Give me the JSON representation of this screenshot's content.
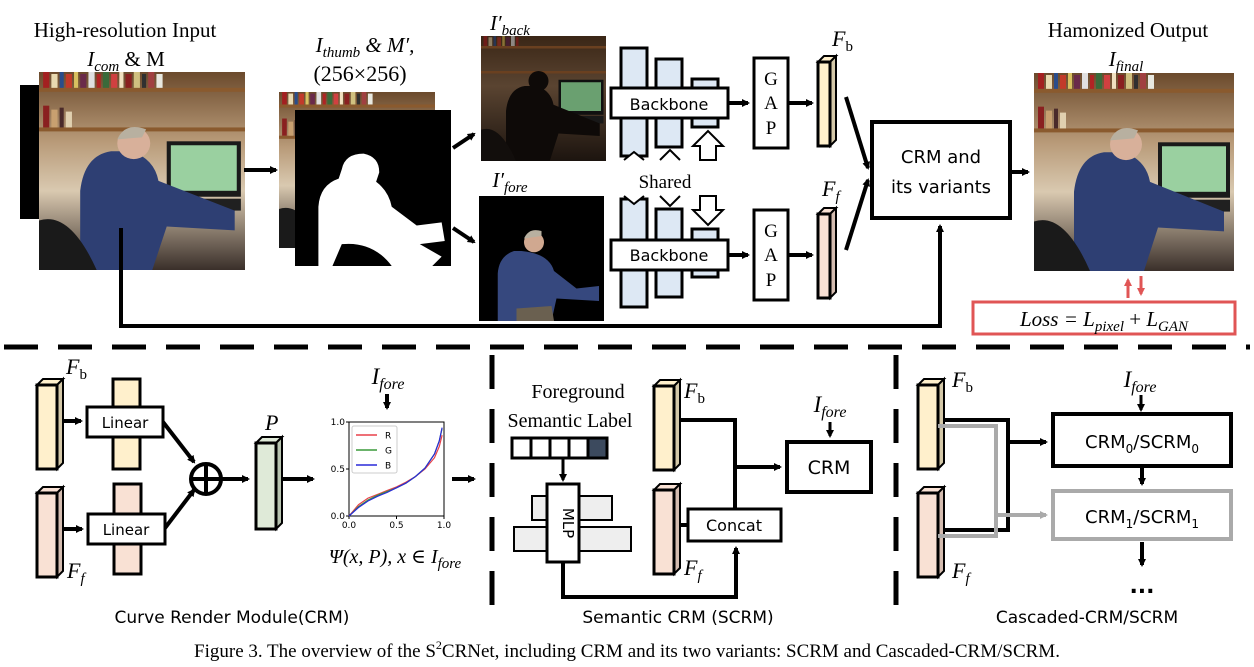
{
  "top": {
    "input_title": "High-resolution Input",
    "input_label": {
      "base": "I",
      "sub": "com",
      "suffix": " & M"
    },
    "thumb_label": {
      "base": "I",
      "sub": "thumb",
      "suffix": " & M′,",
      "size": "(256×256)"
    },
    "back_label": {
      "base": "I′",
      "sub": "back"
    },
    "fore_label": {
      "base": "I′",
      "sub": "fore"
    },
    "backbone_label": "Backbone",
    "shared_label": "Shared",
    "gap_letters": [
      "G",
      "A",
      "P"
    ],
    "fb_label": {
      "base": "F",
      "sub": "b"
    },
    "ff_label": {
      "base": "F",
      "sub": "f"
    },
    "crm_box_lines": [
      "CRM and",
      "its variants"
    ],
    "output_title": "Hamonized Output",
    "output_label": {
      "base": "I",
      "sub": "final"
    },
    "loss": {
      "text": "Loss = ",
      "t1": "L",
      "s1": "pixel",
      "plus": " + ",
      "t2": "L",
      "s2": "GAN"
    }
  },
  "crm_panel": {
    "fb_label": {
      "base": "F",
      "sub": "b"
    },
    "ff_label": {
      "base": "F",
      "sub": "f"
    },
    "linear_label": "Linear",
    "p_label": "P",
    "ifore_label": {
      "base": "I",
      "sub": "fore"
    },
    "formula": "Ψ(x, P), x ∈ I",
    "formula_sub": "fore",
    "caption": "Curve Render Module(CRM)"
  },
  "scrm_panel": {
    "label_lines": [
      "Foreground",
      "Semantic Label"
    ],
    "mlp_label": "MLP",
    "concat_label": "Concat",
    "crm_label": "CRM",
    "fb_label": {
      "base": "F",
      "sub": "b"
    },
    "ff_label": {
      "base": "F",
      "sub": "f"
    },
    "ifore_label": {
      "base": "I",
      "sub": "fore"
    },
    "caption": "Semantic CRM (SCRM)"
  },
  "cascade_panel": {
    "fb_label": {
      "base": "F",
      "sub": "b"
    },
    "ff_label": {
      "base": "F",
      "sub": "f"
    },
    "ifore_label": {
      "base": "I",
      "sub": "fore"
    },
    "crm0": {
      "a": "CRM",
      "a_sub": "0",
      "b": "/SCRM",
      "b_sub": "0"
    },
    "crm1": {
      "a": "CRM",
      "a_sub": "1",
      "b": "/SCRM",
      "b_sub": "1"
    },
    "ellipsis": "...",
    "caption": "Cascaded-CRM/SCRM"
  },
  "figure_caption": {
    "pre": "Figure 3. The overview of the S",
    "sup": "2",
    "post": "CRNet, including CRM and its two variants: SCRM and Cascaded-CRM/SCRM."
  },
  "colors": {
    "fb_fill": "#fff0cc",
    "ff_fill": "#f9e1d4",
    "p_fill": "#dfead8",
    "backbone_fill": "#dde8f4",
    "loss_red": "#e05555",
    "gray_path": "#aaaaaa",
    "label_dark": "#3c4a5e"
  },
  "chart_data": {
    "type": "line",
    "title": "",
    "xlabel": "",
    "ylabel": "",
    "xlim": [
      0.0,
      1.0
    ],
    "ylim": [
      0.0,
      1.0
    ],
    "x_ticks": [
      "0.0",
      "0.5",
      "1.0"
    ],
    "y_ticks": [
      "0.0",
      "0.5",
      "1.0"
    ],
    "legend": "top-left",
    "x": [
      0.0,
      0.1,
      0.2,
      0.3,
      0.4,
      0.5,
      0.6,
      0.7,
      0.8,
      0.9,
      0.95,
      0.98
    ],
    "series": [
      {
        "name": "R",
        "color": "#e8404a",
        "values": [
          0.0,
          0.12,
          0.19,
          0.23,
          0.27,
          0.31,
          0.36,
          0.42,
          0.5,
          0.62,
          0.74,
          0.86
        ]
      },
      {
        "name": "G",
        "color": "#3a9a3a",
        "values": [
          0.0,
          0.1,
          0.17,
          0.22,
          0.26,
          0.3,
          0.35,
          0.42,
          0.51,
          0.66,
          0.8,
          0.93
        ]
      },
      {
        "name": "B",
        "color": "#2a2ad8",
        "values": [
          0.0,
          0.09,
          0.16,
          0.21,
          0.25,
          0.3,
          0.35,
          0.42,
          0.51,
          0.66,
          0.8,
          0.94
        ]
      }
    ]
  }
}
